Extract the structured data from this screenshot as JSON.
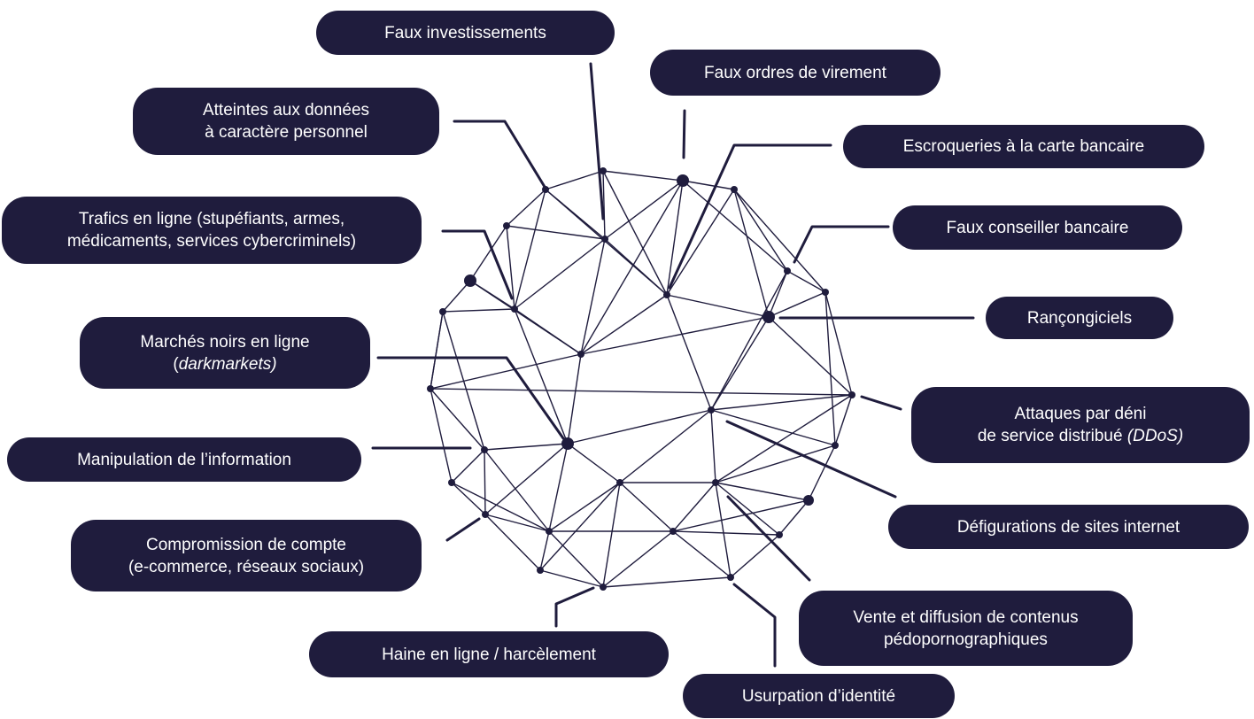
{
  "colors": {
    "ink": "#1f1c3d",
    "pill_text": "#ffffff",
    "background": "#ffffff"
  },
  "labels": {
    "faux_investissements": "Faux investissements",
    "faux_ordres": "Faux ordres de virement",
    "atteintes_1": "Atteintes aux données",
    "atteintes_2": "à caractère personnel",
    "escroqueries": "Escroqueries à la carte bancaire",
    "trafics_1": "Trafics en ligne (stupéfiants, armes,",
    "trafics_2": "médicaments, services cybercriminels)",
    "faux_conseiller": "Faux conseiller bancaire",
    "rancongiciels": "Rançongiciels",
    "marches_1": "Marchés noirs en ligne",
    "marches_2_open": "(",
    "marches_2_italic": "darkmarkets)",
    "ddos_1": "Attaques par déni",
    "ddos_2": "de service distribué ",
    "ddos_2_italic": "(DDoS)",
    "manipulation": "Manipulation de l’information",
    "defigurations": "Défigurations de sites internet",
    "compromission_1": "Compromission de compte",
    "compromission_2": "(e-commerce, réseaux sociaux)",
    "vente_1": "Vente et diffusion de contenus",
    "vente_2": "pédopornographiques",
    "haine": "Haine en ligne / harcèlement",
    "usurpation": "Usurpation d’identité"
  }
}
